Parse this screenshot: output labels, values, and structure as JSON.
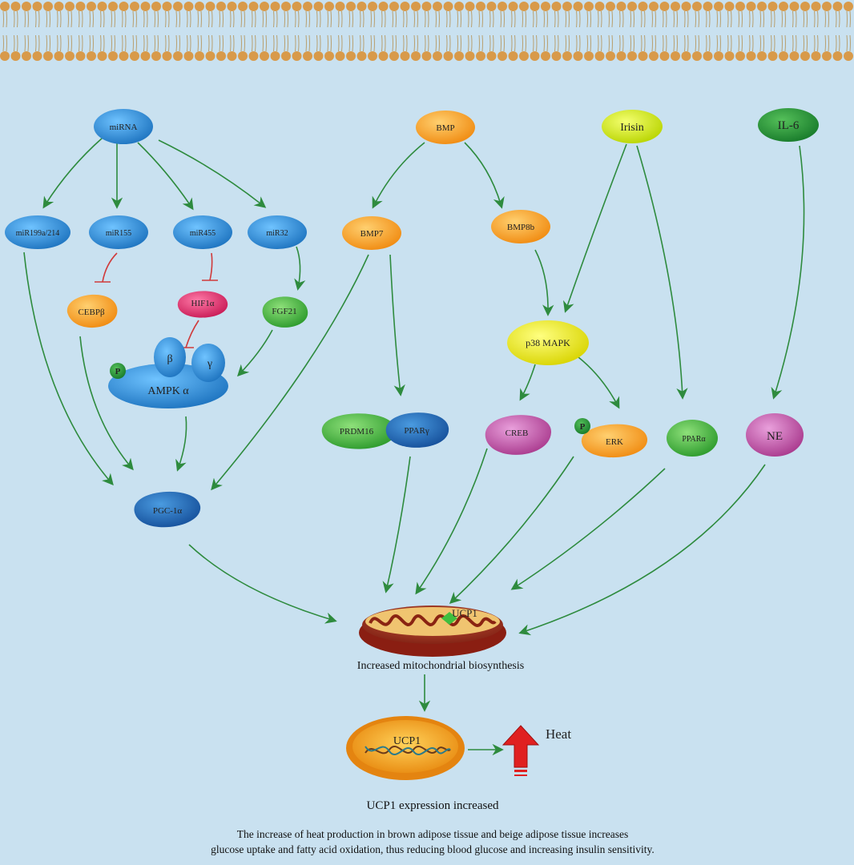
{
  "nodes": {
    "mirna": "miRNA",
    "mir199": "miR199a/214",
    "mir155": "miR155",
    "mir455": "miR455",
    "mir32": "miR32",
    "cebpb": "CEBPβ",
    "hif1a": "HIF1α",
    "fgf21": "FGF21",
    "ampk_beta": "β",
    "ampk_gamma": "γ",
    "ampk_alpha": "AMPK α",
    "phospho": "P",
    "pgc1a": "PGC-1α",
    "bmp": "BMP",
    "bmp7": "BMP7",
    "bmp8b": "BMP8b",
    "irisin": "Irisin",
    "il6": "IL-6",
    "p38": "p38 MAPK",
    "prdm16": "PRDM16",
    "ppar_gamma": "PPARγ",
    "creb": "CREB",
    "erk": "ERK",
    "ppar_alpha": "PPARα",
    "ne": "NE",
    "ucp1_mito": "UCP1",
    "ucp1_gene": "UCP1",
    "heat": "Heat"
  },
  "captions": {
    "mito": "Increased mitochondrial biosynthesis",
    "expression": "UCP1 expression increased",
    "summary_line1": "The increase of heat production in brown adipose tissue and beige adipose tissue increases",
    "summary_line2": "glucose uptake and fatty acid oxidation, thus reducing blood glucose and increasing insulin sensitivity."
  },
  "colors": {
    "background": "#c9e1f0",
    "membrane_head": "#d89a4a",
    "arrow": "#2e8b3e",
    "inhibit": "#d03a3a",
    "blue_node": "#2b8fd6",
    "orange_node": "#f4a020",
    "yellow_node": "#e8e400",
    "green_node": "#3fae3f",
    "magenta_node": "#c957a8",
    "pink_node": "#e0346e",
    "heat_arrow": "#e02020"
  }
}
